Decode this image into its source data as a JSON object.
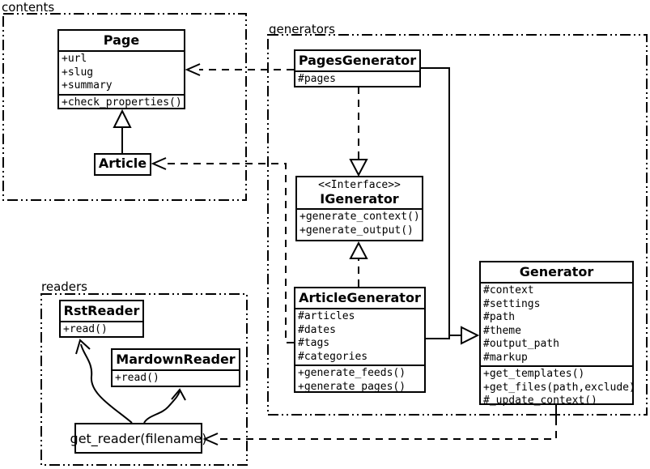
{
  "packages": {
    "contents": {
      "label": "contents"
    },
    "generators": {
      "label": "generators"
    },
    "readers": {
      "label": "readers"
    }
  },
  "classes": {
    "page": {
      "name": "Page",
      "attributes": [
        "+url",
        "+slug",
        "+summary"
      ],
      "methods": [
        "+check_properties()"
      ]
    },
    "article": {
      "name": "Article"
    },
    "pages_generator": {
      "name": "PagesGenerator",
      "attributes": [
        "#pages"
      ]
    },
    "igenerator": {
      "stereotype": "<<Interface>>",
      "name": "IGenerator",
      "methods": [
        "+generate_context()",
        "+generate_output()"
      ]
    },
    "article_generator": {
      "name": "ArticleGenerator",
      "attributes": [
        "#articles",
        "#dates",
        "#tags",
        "#categories"
      ],
      "methods": [
        "+generate_feeds()",
        "+generate_pages()"
      ]
    },
    "generator": {
      "name": "Generator",
      "attributes": [
        "#context",
        "#settings",
        "#path",
        "#theme",
        "#output_path",
        "#markup"
      ],
      "methods": [
        "+get_templates()",
        "+get_files(path,exclude)",
        "#_update_context()"
      ]
    },
    "rst_reader": {
      "name": "RstReader",
      "methods": [
        "+read()"
      ]
    },
    "mardown_reader": {
      "name": "MardownReader",
      "methods": [
        "+read()"
      ]
    },
    "get_reader": {
      "label": "get_reader(filename)"
    }
  },
  "relationships": [
    {
      "from": "Article",
      "to": "Page",
      "type": "inheritance"
    },
    {
      "from": "PagesGenerator",
      "to": "Page",
      "type": "dependency"
    },
    {
      "from": "PagesGenerator",
      "to": "IGenerator",
      "type": "realization"
    },
    {
      "from": "ArticleGenerator",
      "to": "IGenerator",
      "type": "realization"
    },
    {
      "from": "PagesGenerator",
      "to": "Generator",
      "type": "inheritance"
    },
    {
      "from": "ArticleGenerator",
      "to": "Generator",
      "type": "inheritance"
    },
    {
      "from": "ArticleGenerator",
      "to": "Article",
      "type": "dependency"
    },
    {
      "from": "Generator",
      "to": "get_reader(filename)",
      "type": "dependency"
    },
    {
      "from": "get_reader(filename)",
      "to": "RstReader",
      "type": "call"
    },
    {
      "from": "get_reader(filename)",
      "to": "MardownReader",
      "type": "call"
    }
  ],
  "colors": {
    "line": "#000000",
    "background": "#ffffff"
  }
}
